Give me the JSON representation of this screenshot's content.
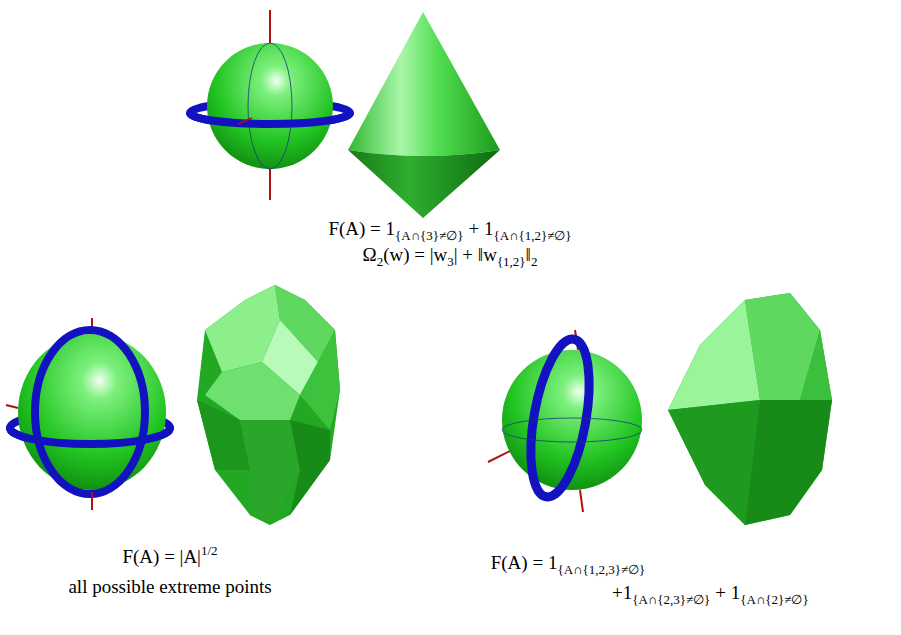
{
  "diagram": {
    "labels": [
      "F(A) = 1",
      "{A∩{3}≠∅}",
      "+ 1",
      "{A∩{1,2}≠∅}",
      "Ω",
      "2",
      "(w) = |w",
      "3",
      "| + ‖w",
      "{1,2}",
      "‖",
      "2",
      "F(A) = |A|",
      "1/2",
      "all possible extreme points",
      "F(A) = 1",
      "{A∩{1,2,3}≠∅}",
      "+1",
      "{A∩{2,3}≠∅}",
      "+ 1",
      "{A∩{2}≠∅}"
    ]
  }
}
